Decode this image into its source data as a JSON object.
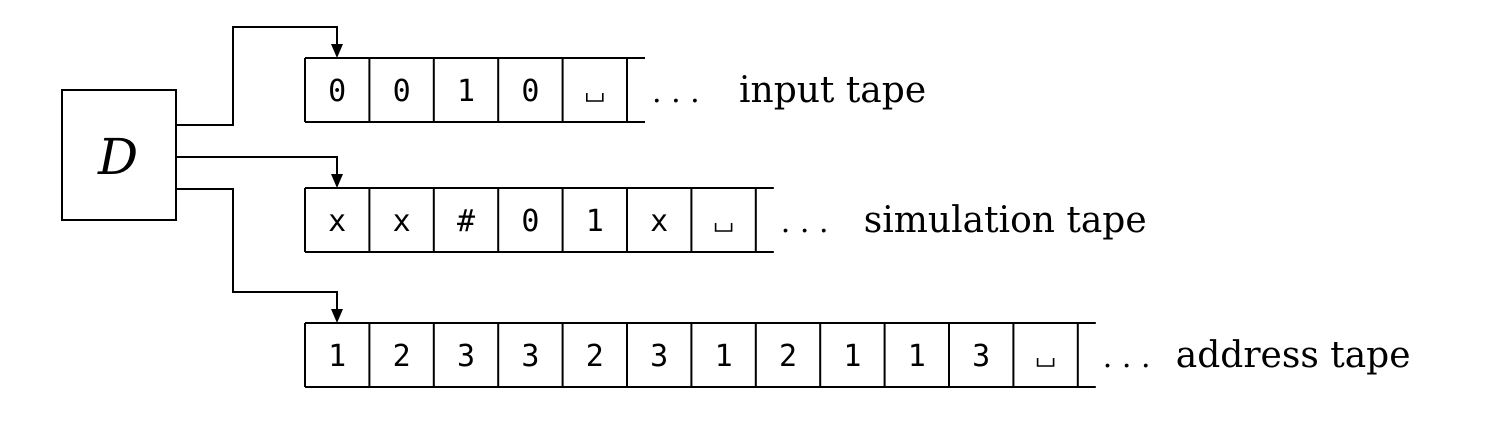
{
  "machine": {
    "label": "D"
  },
  "tapes": [
    {
      "id": "input",
      "label": "input tape",
      "cells": [
        "0",
        "0",
        "1",
        "0",
        "⊔"
      ]
    },
    {
      "id": "simulation",
      "label": "simulation tape",
      "cells": [
        "x",
        "x",
        "#",
        "0",
        "1",
        "x",
        "⊔"
      ]
    },
    {
      "id": "address",
      "label": "address tape",
      "cells": [
        "1",
        "2",
        "3",
        "3",
        "2",
        "3",
        "1",
        "2",
        "1",
        "1",
        "3",
        "⊔"
      ]
    }
  ],
  "continuation": ". . ."
}
